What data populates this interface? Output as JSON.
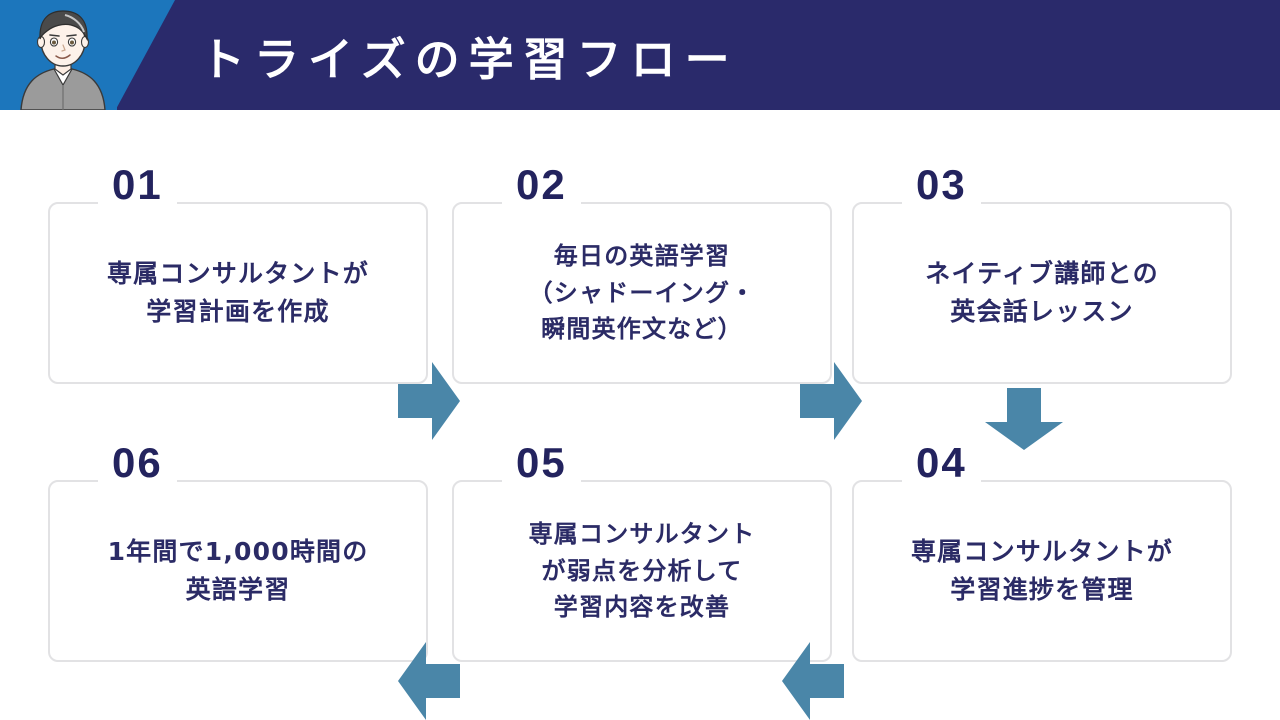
{
  "header": {
    "title": "トライズの学習フロー",
    "avatar_name": "consultant-avatar",
    "navy_color": "#2a2a6b",
    "accent_color": "#1c76bc"
  },
  "theme": {
    "arrow_color": "#4a86a8",
    "card_border": "#e2e2e4",
    "text_navy": "#2b2b66",
    "number_navy": "#23235e",
    "background": "#ffffff"
  },
  "flow": {
    "steps": [
      {
        "number": "01",
        "text": "専属コンサルタントが\n学習計画を作成"
      },
      {
        "number": "02",
        "text": "毎日の英語学習\n（シャドーイング・\n瞬間英作文など）"
      },
      {
        "number": "03",
        "text": "ネイティブ講師との\n英会話レッスン"
      },
      {
        "number": "04",
        "text": "専属コンサルタントが\n学習進捗を管理"
      },
      {
        "number": "05",
        "text": "専属コンサルタント\nが弱点を分析して\n学習内容を改善"
      },
      {
        "number": "06",
        "text": "1年間で1,000時間の\n英語学習"
      }
    ],
    "arrows": [
      {
        "name": "arrow-step1-to-step2",
        "direction": "right"
      },
      {
        "name": "arrow-step2-to-step3",
        "direction": "right"
      },
      {
        "name": "arrow-step3-to-step4",
        "direction": "down"
      },
      {
        "name": "arrow-step4-to-step5",
        "direction": "left"
      },
      {
        "name": "arrow-step5-to-step6",
        "direction": "left"
      }
    ]
  }
}
